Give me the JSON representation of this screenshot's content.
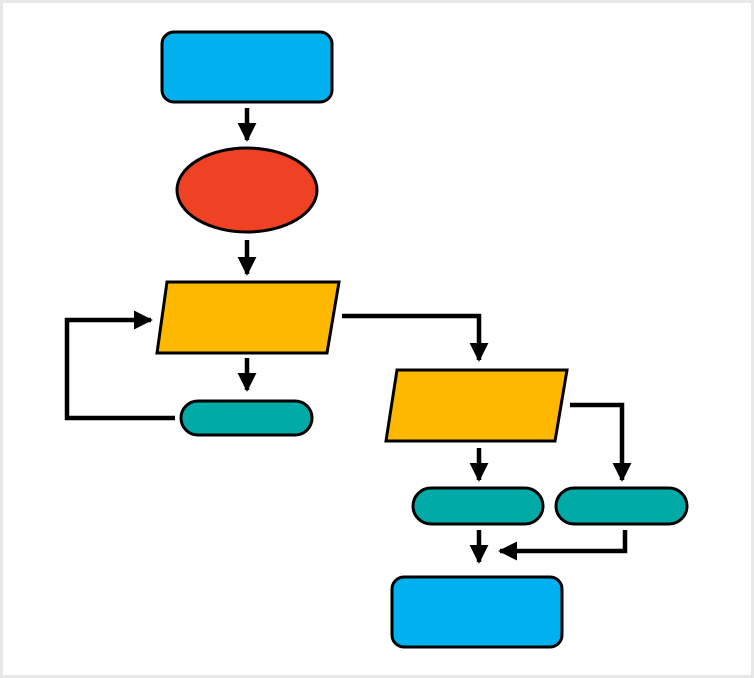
{
  "diagram": {
    "colors": {
      "blue": "#00b0ef",
      "red": "#ef4124",
      "yellow": "#ffb800",
      "teal": "#00aaa6",
      "stroke": "#000000",
      "background": "#ffffff"
    },
    "nodes": [
      {
        "id": "start",
        "shape": "rounded-rectangle",
        "color": "blue",
        "label": ""
      },
      {
        "id": "ellipse",
        "shape": "ellipse",
        "color": "red",
        "label": ""
      },
      {
        "id": "parallelogram-left",
        "shape": "parallelogram",
        "color": "yellow",
        "label": ""
      },
      {
        "id": "pill-left",
        "shape": "pill",
        "color": "teal",
        "label": ""
      },
      {
        "id": "parallelogram-right",
        "shape": "parallelogram",
        "color": "yellow",
        "label": ""
      },
      {
        "id": "pill-bottom-left",
        "shape": "pill",
        "color": "teal",
        "label": ""
      },
      {
        "id": "pill-bottom-right",
        "shape": "pill",
        "color": "teal",
        "label": ""
      },
      {
        "id": "end",
        "shape": "rounded-rectangle",
        "color": "blue",
        "label": ""
      }
    ],
    "edges": [
      {
        "from": "start",
        "to": "ellipse"
      },
      {
        "from": "ellipse",
        "to": "parallelogram-left"
      },
      {
        "from": "parallelogram-left",
        "to": "pill-left"
      },
      {
        "from": "pill-left",
        "to": "parallelogram-left"
      },
      {
        "from": "parallelogram-left",
        "to": "parallelogram-right"
      },
      {
        "from": "parallelogram-right",
        "to": "pill-bottom-left"
      },
      {
        "from": "parallelogram-right",
        "to": "pill-bottom-right"
      },
      {
        "from": "pill-bottom-left",
        "to": "end"
      },
      {
        "from": "pill-bottom-right",
        "to": "end"
      }
    ]
  }
}
